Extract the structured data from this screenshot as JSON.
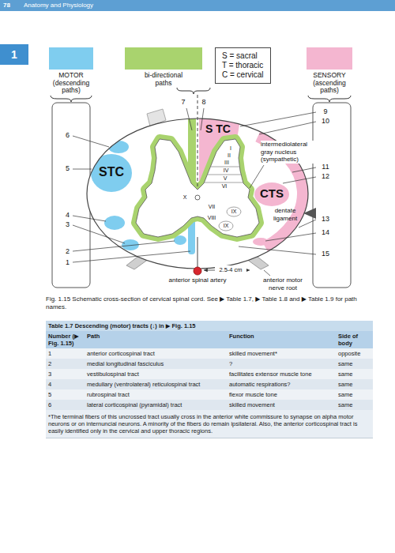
{
  "diagram": {
    "caption": "Fig. 1.15 Schematic cross-section of cervical spinal cord. See ▶ Table 1.7, ▶ Table 1.8 and ▶ Table 1.9 for path names.",
    "nodes": [
      {
        "text": [
          "S = sacral T = thoracic C = cervical"
        ]
      }
    ],
    "labels": [
      "78",
      "Anatomy and Physiology",
      "1",
      "7",
      "8",
      "9",
      "10",
      "6",
      "S TC",
      "intermediolateral gray nucleus (sympathetic)",
      "I",
      "II",
      "III",
      "IV",
      "V",
      "VI",
      "11",
      "12",
      "5",
      "STC",
      "X",
      "VII",
      "VIII",
      "IX",
      "IX",
      "CTS",
      "dentate ligament",
      "4",
      "3",
      "13",
      "14",
      "2",
      "2.5-4 cm",
      "15",
      "1",
      "anterior spinal artery",
      "anterior motor nerve root",
      "Table 1.7 Descending (motor) tracts (↓) in ▶ Fig. 1.15",
      "Number (▶ Fig. 1.15)",
      "Path",
      "Function",
      "Side of body",
      "1",
      "anterior corticospinal tract",
      "skilled movement*",
      "opposite",
      "2",
      "medial longitudinal fasciculus",
      "?",
      "same",
      "3",
      "vestibulospinal tract",
      "facilitates extensor muscle tone",
      "same",
      "4",
      "medullary (ventrolateral) reticulospinal tract",
      "automatic respirations?",
      "same",
      "5",
      "rubrospinal tract",
      "flexor muscle tone",
      "same",
      "6",
      "lateral corticospinal (pyramidal) tract",
      "skilled movement",
      "same",
      "*The terminal fibers of this uncrossed tract usually cross in the anterior white commissure to synapse on alpha motor neurons or on internuncial neurons. A minority of the fibers do remain ipsilateral. Also, the anterior corticospinal tract is easily identified only in the cervical and upper thoracic regions."
    ],
    "legend": [
      {
        "text": "MOTOR (descending paths)",
        "color": "#7fcdef"
      },
      {
        "text": "bi-directional paths",
        "color": "#a9d36e"
      },
      {
        "text": "SENSORY (ascending paths)",
        "color": "#f4b6d0"
      }
    ]
  }
}
